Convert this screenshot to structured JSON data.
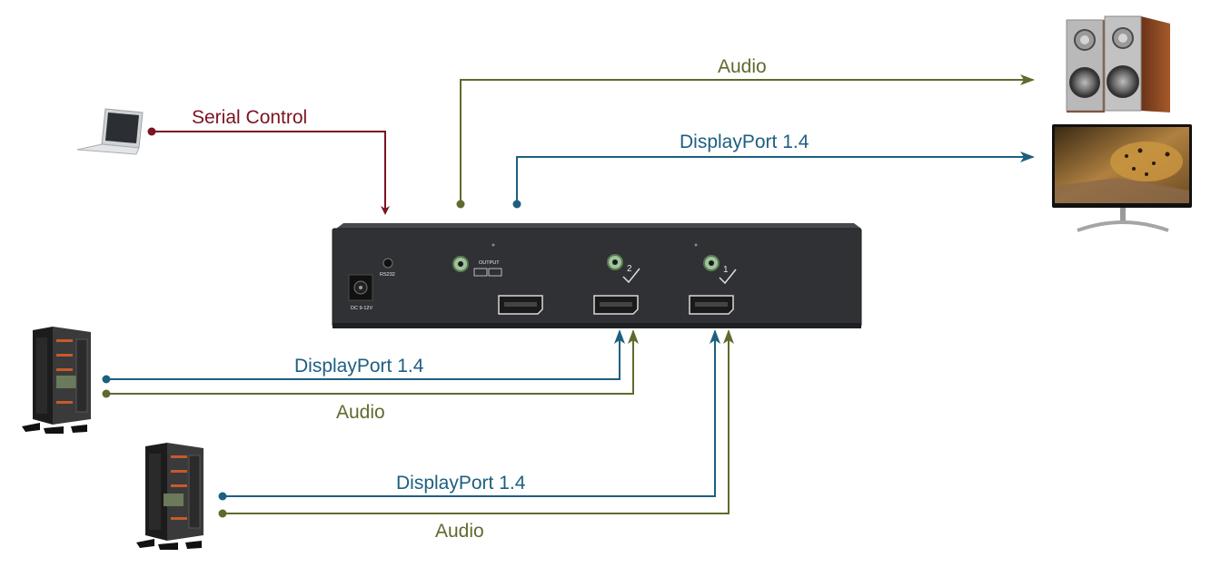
{
  "labels": {
    "serial_control": "Serial Control",
    "audio_out": "Audio",
    "dp_out": "DisplayPort 1.4",
    "dp_in_1": "DisplayPort 1.4",
    "audio_in_1": "Audio",
    "dp_in_2": "DisplayPort 1.4",
    "audio_in_2": "Audio"
  },
  "device_panel": {
    "output_label": "OUTPUT",
    "rs232_label": "RS232",
    "power_label": "DC 9-12V",
    "input_2_label": "2",
    "input_1_label": "1"
  },
  "colors": {
    "serial": "#7b1320",
    "audio": "#5e6b2e",
    "displayport": "#1d5f80",
    "device_body": "#2e3033"
  }
}
